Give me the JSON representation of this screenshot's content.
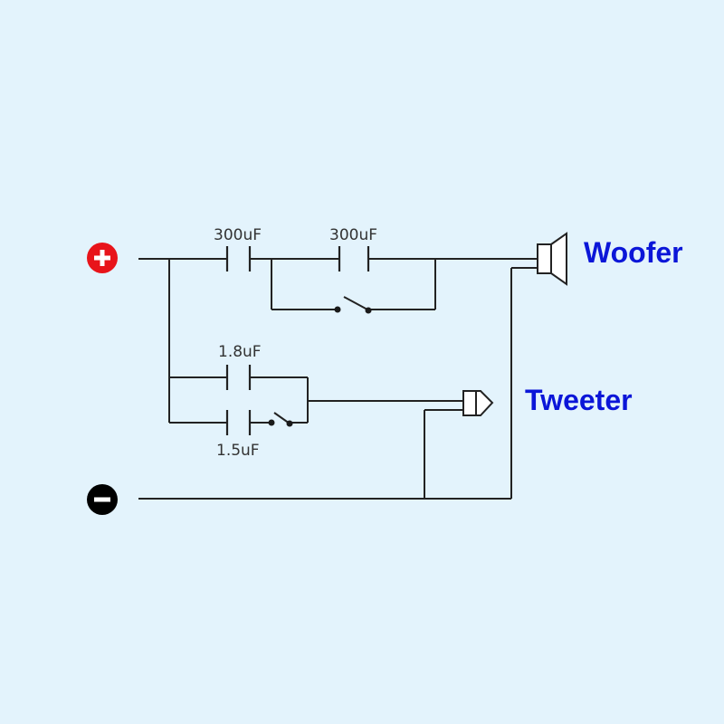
{
  "capacitors": {
    "woofer_c1": "300uF",
    "woofer_c2": "300uF",
    "tweeter_c1": "1.8uF",
    "tweeter_c2": "1.5uF"
  },
  "speakers": {
    "woofer": "Woofer",
    "tweeter": "Tweeter"
  },
  "colors": {
    "background": "#e3f3fc",
    "wire": "#222222",
    "positive_terminal": "#e8141a",
    "negative_terminal": "#000000",
    "speaker_label": "#0b16d8"
  }
}
